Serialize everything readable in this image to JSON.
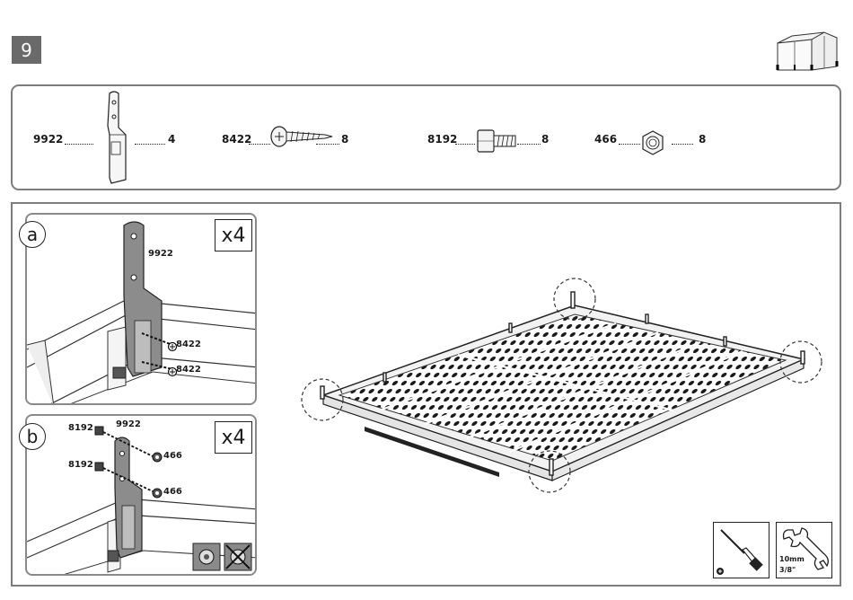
{
  "step": {
    "number": "9"
  },
  "parts": [
    {
      "code": "9922",
      "qty": "4",
      "icon": "bracket-icon"
    },
    {
      "code": "8422",
      "qty": "8",
      "icon": "screw-icon"
    },
    {
      "code": "8192",
      "qty": "8",
      "icon": "bolt-icon"
    },
    {
      "code": "466",
      "qty": "8",
      "icon": "nut-icon"
    }
  ],
  "detail_a": {
    "letter": "a",
    "multiplier": "x4",
    "labels": {
      "bracket": "9922",
      "screw_top": "8422",
      "screw_bottom": "8422"
    }
  },
  "detail_b": {
    "letter": "b",
    "multiplier": "x4",
    "labels": {
      "bolt_top": "8192",
      "bracket": "9922",
      "bolt_bottom": "8192",
      "nut_top": "466",
      "nut_bottom": "466"
    }
  },
  "tools": {
    "screwdriver": {
      "icon": "phillips-screwdriver-icon"
    },
    "wrench": {
      "icon": "wrench-icon",
      "size_metric": "10mm",
      "size_imperial": "3/8\""
    }
  },
  "colors": {
    "panel_border": "#7d7d7d",
    "badge": "#6a6a6a",
    "bracket_fill": "#8c8c8c"
  }
}
